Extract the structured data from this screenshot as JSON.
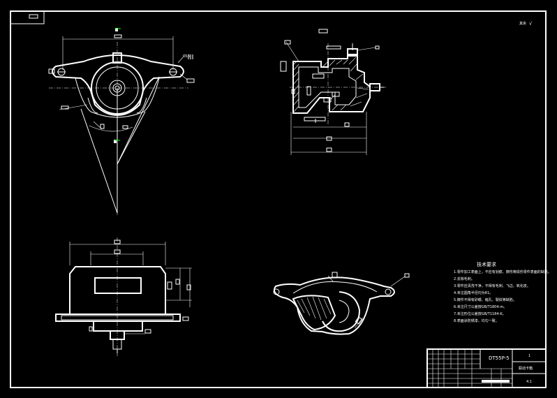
{
  "drawing": {
    "model_code": "DT55P-5",
    "part_name": "联动卡箱",
    "sheet_no": "1",
    "scale": "4:1",
    "roughness_note": "其余",
    "roughness_symbol": "√"
  },
  "technical_requirements": {
    "title": "技术要求",
    "items": [
      "1.零件加工表面上，不应有划痕、擦伤等损伤零件表面的缺陷。",
      "2.去除毛刺。",
      "3.零件应清洗干净，不得有毛刺、飞边、氧化皮。",
      "4.未注圆角半径均为R1。",
      "5.铸件不得有砂眼、缩孔、裂纹等缺陷。",
      "6.未注尺寸公差按GB/T1804-m。",
      "7.未注形位公差按GB/T1184-K。",
      "8.表面涂防锈漆，均匀一致。"
    ]
  }
}
